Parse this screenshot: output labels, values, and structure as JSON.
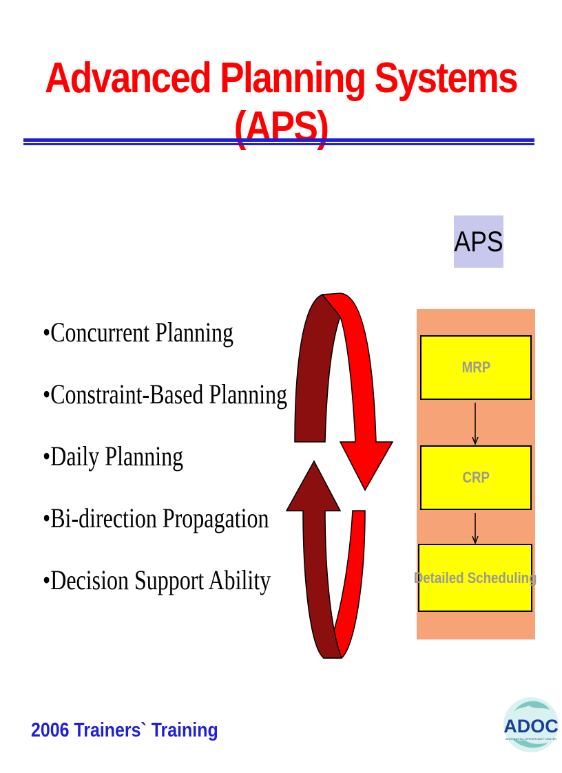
{
  "slide": {
    "title": "Advanced Planning Systems (APS)",
    "bullets": [
      "•Concurrent Planning",
      "•Constraint-Based Planning",
      "•Daily Planning",
      "•Bi-direction Propagation",
      "•Decision Support Ability"
    ],
    "aps_label": "APS",
    "flow_boxes": [
      "MRP",
      "CRP",
      "Detailed Scheduling"
    ],
    "footer": "2006 Trainers` Training",
    "logo_text": "ADOC",
    "logo_subtext": "APEC DIGITAL OPPORTUNITY CENTER"
  },
  "colors": {
    "title": "#ff0000",
    "rule": "#1f1fd6",
    "footer": "#1f1fd6",
    "panel": "#f6a477",
    "box": "#ffff00",
    "box_text": "#999999",
    "aps_label_bg": "#c8c8ef",
    "arrow_bright": "#ff0000",
    "arrow_dark": "#8b0f0f"
  }
}
